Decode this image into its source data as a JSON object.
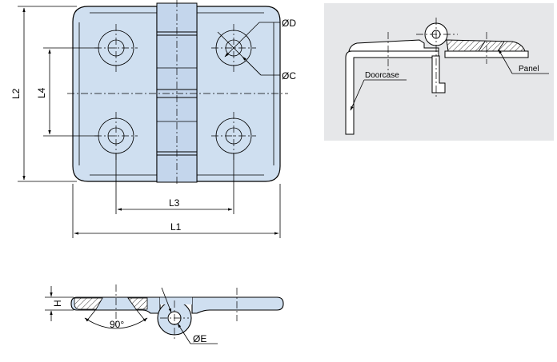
{
  "front_view": {
    "labels": {
      "L1": "L1",
      "L2": "L2",
      "L3": "L3",
      "L4": "L4",
      "D": "ØD",
      "C": "ØC"
    }
  },
  "side_view": {
    "labels": {
      "H": "H",
      "angle": "90°",
      "E": "ØE"
    }
  },
  "installation_view": {
    "labels": {
      "doorcase": "Doorcase",
      "panel": "Panel"
    },
    "background": "#e6e7e9"
  },
  "colors": {
    "part_fill": "#cfdff0",
    "outline": "#000000"
  }
}
